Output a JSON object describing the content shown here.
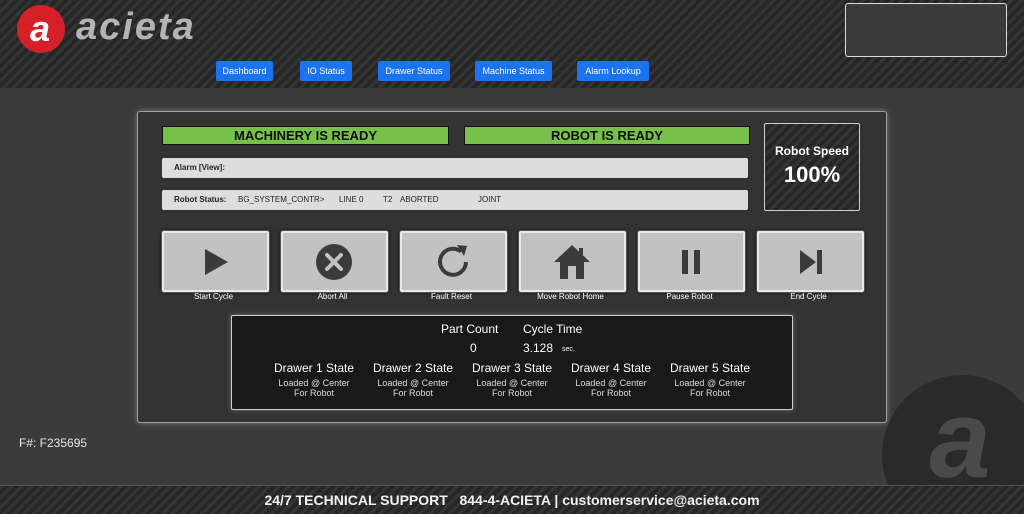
{
  "header": {
    "brand": "acieta",
    "nav": [
      {
        "label": "Dashboard"
      },
      {
        "label": "IO Status"
      },
      {
        "label": "Drawer Status"
      },
      {
        "label": "Machine Status"
      },
      {
        "label": "Alarm Lookup"
      }
    ]
  },
  "status": {
    "machinery": "MACHINERY IS READY",
    "robot": "ROBOT IS READY",
    "alarm_label": "Alarm [View]:",
    "robot_status_label": "Robot Status:",
    "robot_status_fields": [
      "BG_SYSTEM_CONTR>",
      "LINE 0",
      "T2",
      "ABORTED",
      "JOINT"
    ]
  },
  "speed": {
    "label": "Robot Speed",
    "value": "100%"
  },
  "controls": [
    {
      "label": "Start Cycle",
      "icon": "play-icon"
    },
    {
      "label": "Abort All",
      "icon": "close-circle-icon"
    },
    {
      "label": "Fault Reset",
      "icon": "refresh-icon"
    },
    {
      "label": "Move Robot Home",
      "icon": "home-icon"
    },
    {
      "label": "Pause Robot",
      "icon": "pause-icon"
    },
    {
      "label": "End Cycle",
      "icon": "skip-end-icon"
    }
  ],
  "counts": {
    "part_count_label": "Part Count",
    "part_count_value": "0",
    "cycle_time_label": "Cycle Time",
    "cycle_time_value": "3.128",
    "cycle_time_unit": "sec.",
    "drawers": [
      {
        "title": "Drawer 1 State",
        "state_line1": "Loaded @ Center",
        "state_line2": "For Robot"
      },
      {
        "title": "Drawer 2 State",
        "state_line1": "Loaded @ Center",
        "state_line2": "For Robot"
      },
      {
        "title": "Drawer 3 State",
        "state_line1": "Loaded @ Center",
        "state_line2": "For Robot"
      },
      {
        "title": "Drawer 4 State",
        "state_line1": "Loaded @ Center",
        "state_line2": "For Robot"
      },
      {
        "title": "Drawer 5 State",
        "state_line1": "Loaded @ Center",
        "state_line2": "For Robot"
      }
    ]
  },
  "file_number": "F#: F235695",
  "footer": {
    "support_text": "24/7 TECHNICAL SUPPORT   844-4-ACIETA | customerservice@acieta.com"
  },
  "colors": {
    "accent_red": "#d42027",
    "nav_blue": "#1a73f0",
    "ready_green": "#77c04a",
    "button_gray": "#c2c2c2"
  }
}
